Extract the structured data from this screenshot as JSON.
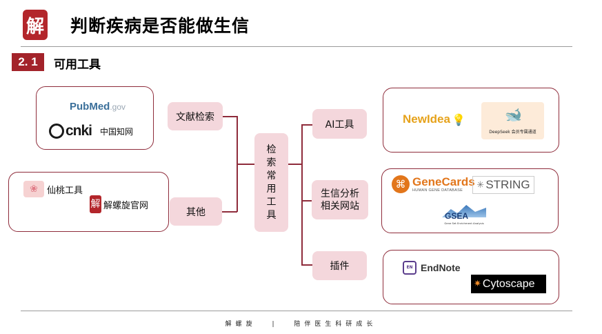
{
  "header": {
    "logo_char": "解",
    "title": "判断疾病是否能做生信"
  },
  "section": {
    "number": "2. 1",
    "title": "可用工具"
  },
  "center": {
    "label": "检\n索\n常\n用\n工\n具"
  },
  "left_branches": [
    {
      "label": "文献检索"
    },
    {
      "label": "其他"
    }
  ],
  "right_branches": [
    {
      "label": "AI工具"
    },
    {
      "label": "生信分析\n相关网站"
    },
    {
      "label": "插件"
    }
  ],
  "literature_box": {
    "pubmed": "PubMed",
    "pubmed_suffix": ".gov",
    "cnki": "cnki",
    "cnki_name": "中国知网"
  },
  "other_box": {
    "xiantao": "仙桃工具",
    "jieluoxuan_char": "解",
    "jieluoxuan": "解螺旋官网"
  },
  "ai_box": {
    "newidea": "NewIdea",
    "deepseek": "DeepSeek 会员专属通道"
  },
  "bio_box": {
    "genecards": "GeneCards",
    "genecards_sub": "HUMAN GENE DATABASE",
    "string": "STRING",
    "gsea": "GSEA",
    "gsea_sub": "Gene Set Enrichment Analysis"
  },
  "plugin_box": {
    "endnote_badge": "EN",
    "endnote": "EndNote",
    "cytoscape": "Cytoscape"
  },
  "footer": {
    "left": "解螺旋",
    "sep": "|",
    "right": "陪伴医生科研成长"
  },
  "colors": {
    "accent": "#a3232a",
    "outline": "#8e2b3a",
    "pink": "#f4d7dc"
  }
}
